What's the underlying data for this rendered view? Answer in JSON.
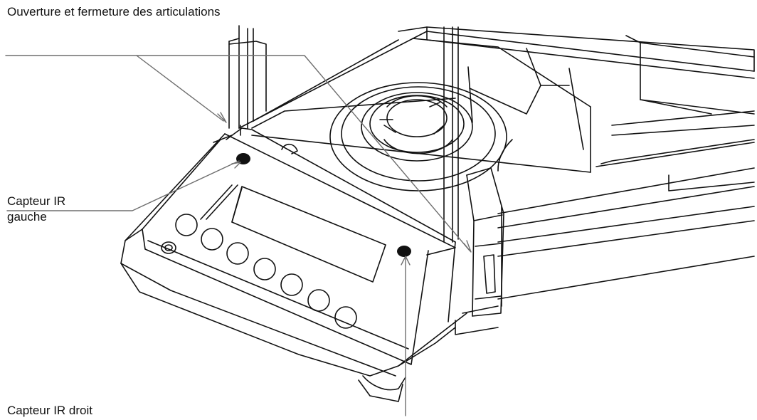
{
  "labels": {
    "hinges": "Ouverture et fermeture des articulations",
    "left_sensor_line1": "Capteur IR",
    "left_sensor_line2": "gauche",
    "right_sensor": "Capteur IR droit"
  },
  "colors": {
    "outline": "#111111",
    "leader": "#6e6e6e",
    "sensor_dot": "#111111",
    "background": "#ffffff"
  },
  "icons": {
    "left_sensor": "ir-sensor-dot-icon",
    "right_sensor": "ir-sensor-dot-icon",
    "control_keys": "round-key-icon"
  }
}
